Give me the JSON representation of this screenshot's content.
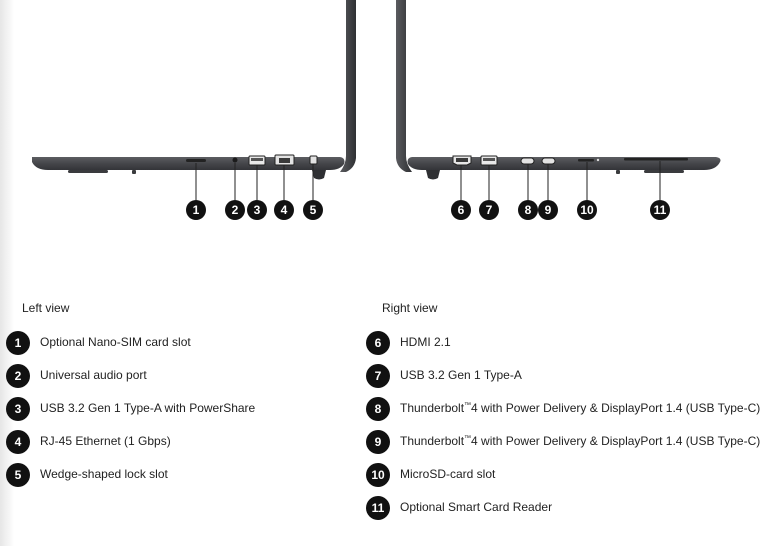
{
  "left_view": {
    "title": "Left view",
    "items": [
      {
        "num": "1",
        "label": "Optional Nano-SIM card slot"
      },
      {
        "num": "2",
        "label": "Universal audio port"
      },
      {
        "num": "3",
        "label": "USB 3.2 Gen 1 Type-A with PowerShare"
      },
      {
        "num": "4",
        "label": "RJ-45 Ethernet (1 Gbps)"
      },
      {
        "num": "5",
        "label": "Wedge-shaped lock slot"
      }
    ]
  },
  "right_view": {
    "title": "Right view",
    "items": [
      {
        "num": "6",
        "label": "HDMI 2.1"
      },
      {
        "num": "7",
        "label": "USB 3.2 Gen 1 Type-A"
      },
      {
        "num": "8",
        "label_a": "Thunderbolt",
        "tm": "™",
        "label_b": "4 with Power Delivery & DisplayPort 1.4 (USB Type-C)"
      },
      {
        "num": "9",
        "label_a": "Thunderbolt",
        "tm": "™",
        "label_b": "4 with Power Delivery & DisplayPort 1.4 (USB Type-C)"
      },
      {
        "num": "10",
        "label": "MicroSD-card slot"
      },
      {
        "num": "11",
        "label": "Optional Smart Card Reader"
      }
    ]
  },
  "colors": {
    "chassis": "#48494d",
    "callout": "#111111",
    "text": "#222222"
  }
}
